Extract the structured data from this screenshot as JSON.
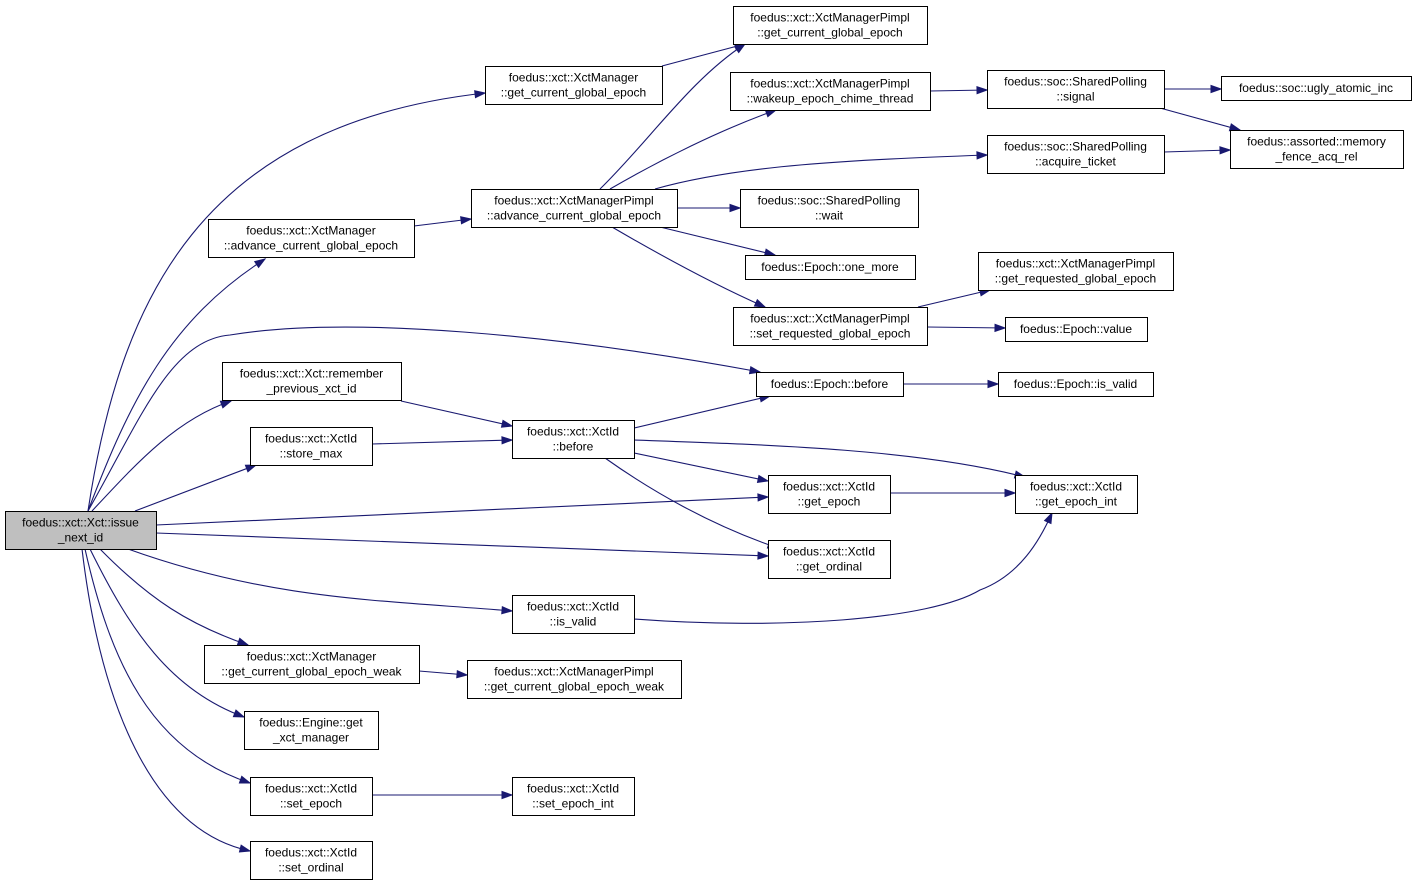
{
  "nodes": [
    {
      "id": "root",
      "lines": [
        "foedus::xct::Xct::issue",
        "_next_id"
      ],
      "root": true
    },
    {
      "id": "xm_gcge",
      "lines": [
        "foedus::xct::XctManager",
        "::get_current_global_epoch"
      ]
    },
    {
      "id": "xmp_gcge",
      "lines": [
        "foedus::xct::XctManagerPimpl",
        "::get_current_global_epoch"
      ]
    },
    {
      "id": "xmp_wect",
      "lines": [
        "foedus::xct::XctManagerPimpl",
        "::wakeup_epoch_chime_thread"
      ]
    },
    {
      "id": "sp_signal",
      "lines": [
        "foedus::soc::SharedPolling",
        "::signal"
      ]
    },
    {
      "id": "uai",
      "lines": [
        "foedus::soc::ugly_atomic_inc"
      ]
    },
    {
      "id": "mfar",
      "lines": [
        "foedus::assorted::memory",
        "_fence_acq_rel"
      ]
    },
    {
      "id": "sp_at",
      "lines": [
        "foedus::soc::SharedPolling",
        "::acquire_ticket"
      ]
    },
    {
      "id": "xm_acge",
      "lines": [
        "foedus::xct::XctManager",
        "::advance_current_global_epoch"
      ]
    },
    {
      "id": "xmp_acge",
      "lines": [
        "foedus::xct::XctManagerPimpl",
        "::advance_current_global_epoch"
      ]
    },
    {
      "id": "sp_wait",
      "lines": [
        "foedus::soc::SharedPolling",
        "::wait"
      ]
    },
    {
      "id": "ep_om",
      "lines": [
        "foedus::Epoch::one_more"
      ]
    },
    {
      "id": "xmp_grge",
      "lines": [
        "foedus::xct::XctManagerPimpl",
        "::get_requested_global_epoch"
      ]
    },
    {
      "id": "xmp_srge",
      "lines": [
        "foedus::xct::XctManagerPimpl",
        "::set_requested_global_epoch"
      ]
    },
    {
      "id": "ep_value",
      "lines": [
        "foedus::Epoch::value"
      ]
    },
    {
      "id": "x_rpxi",
      "lines": [
        "foedus::xct::Xct::remember",
        "_previous_xct_id"
      ]
    },
    {
      "id": "ep_before",
      "lines": [
        "foedus::Epoch::before"
      ]
    },
    {
      "id": "ep_isvalid",
      "lines": [
        "foedus::Epoch::is_valid"
      ]
    },
    {
      "id": "xid_sm",
      "lines": [
        "foedus::xct::XctId",
        "::store_max"
      ]
    },
    {
      "id": "xid_before",
      "lines": [
        "foedus::xct::XctId",
        "::before"
      ]
    },
    {
      "id": "xid_ge",
      "lines": [
        "foedus::xct::XctId",
        "::get_epoch"
      ]
    },
    {
      "id": "xid_gei",
      "lines": [
        "foedus::xct::XctId",
        "::get_epoch_int"
      ]
    },
    {
      "id": "xid_go",
      "lines": [
        "foedus::xct::XctId",
        "::get_ordinal"
      ]
    },
    {
      "id": "xid_iv",
      "lines": [
        "foedus::xct::XctId",
        "::is_valid"
      ]
    },
    {
      "id": "xm_gcgew",
      "lines": [
        "foedus::xct::XctManager",
        "::get_current_global_epoch_weak"
      ]
    },
    {
      "id": "xmp_gcgew",
      "lines": [
        "foedus::xct::XctManagerPimpl",
        "::get_current_global_epoch_weak"
      ]
    },
    {
      "id": "eng_gxm",
      "lines": [
        "foedus::Engine::get",
        "_xct_manager"
      ]
    },
    {
      "id": "xid_se",
      "lines": [
        "foedus::xct::XctId",
        "::set_epoch"
      ]
    },
    {
      "id": "xid_sei",
      "lines": [
        "foedus::xct::XctId",
        "::set_epoch_int"
      ]
    },
    {
      "id": "xid_so",
      "lines": [
        "foedus::xct::XctId",
        "::set_ordinal"
      ]
    }
  ],
  "edges": [
    {
      "from": "root",
      "to": "xm_gcge"
    },
    {
      "from": "root",
      "to": "xm_acge"
    },
    {
      "from": "root",
      "to": "ep_before"
    },
    {
      "from": "root",
      "to": "x_rpxi"
    },
    {
      "from": "root",
      "to": "xid_sm"
    },
    {
      "from": "root",
      "to": "xid_ge"
    },
    {
      "from": "root",
      "to": "xid_go"
    },
    {
      "from": "root",
      "to": "xid_iv"
    },
    {
      "from": "root",
      "to": "xm_gcgew"
    },
    {
      "from": "root",
      "to": "eng_gxm"
    },
    {
      "from": "root",
      "to": "xid_se"
    },
    {
      "from": "root",
      "to": "xid_so"
    },
    {
      "from": "xm_gcge",
      "to": "xmp_gcge"
    },
    {
      "from": "xm_acge",
      "to": "xmp_acge"
    },
    {
      "from": "xmp_acge",
      "to": "xmp_gcge"
    },
    {
      "from": "xmp_acge",
      "to": "xmp_wect"
    },
    {
      "from": "xmp_acge",
      "to": "sp_at"
    },
    {
      "from": "xmp_acge",
      "to": "sp_wait"
    },
    {
      "from": "xmp_acge",
      "to": "ep_om"
    },
    {
      "from": "xmp_acge",
      "to": "xmp_srge"
    },
    {
      "from": "xmp_wect",
      "to": "sp_signal"
    },
    {
      "from": "sp_signal",
      "to": "uai"
    },
    {
      "from": "sp_signal",
      "to": "mfar"
    },
    {
      "from": "sp_at",
      "to": "mfar"
    },
    {
      "from": "xmp_srge",
      "to": "xmp_grge"
    },
    {
      "from": "xmp_srge",
      "to": "ep_value"
    },
    {
      "from": "x_rpxi",
      "to": "xid_before"
    },
    {
      "from": "xid_sm",
      "to": "xid_before"
    },
    {
      "from": "xid_before",
      "to": "ep_before"
    },
    {
      "from": "xid_before",
      "to": "xid_gei"
    },
    {
      "from": "xid_before",
      "to": "xid_ge"
    },
    {
      "from": "xid_before",
      "to": "xid_go"
    },
    {
      "from": "ep_before",
      "to": "ep_isvalid"
    },
    {
      "from": "xid_ge",
      "to": "xid_gei"
    },
    {
      "from": "xid_iv",
      "to": "xid_gei"
    },
    {
      "from": "xm_gcgew",
      "to": "xmp_gcgew"
    },
    {
      "from": "xid_se",
      "to": "xid_sei"
    }
  ],
  "colors": {
    "edge": "#191970",
    "root_fill": "#bfbfbf",
    "node_fill": "#ffffff",
    "border": "#000000"
  }
}
